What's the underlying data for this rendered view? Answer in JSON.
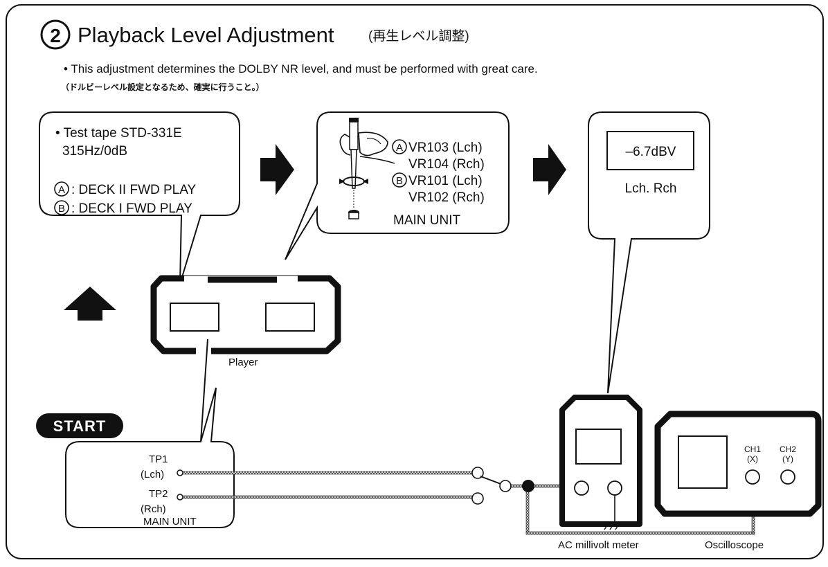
{
  "section": {
    "number": "2",
    "title": "Playback Level Adjustment",
    "title_jp": "(再生レベル調整)",
    "note": "• This adjustment determines the DOLBY NR level, and must be performed with great care.",
    "note_jp": "（ドルビーレベル設定となるため、確実に行うこと。）"
  },
  "callout_tape": {
    "line1": "• Test tape STD-331E",
    "line2": "315Hz/0dB",
    "deck_a_marker": "A",
    "deck_a_text": ": DECK II FWD PLAY",
    "deck_b_marker": "B",
    "deck_b_text": ": DECK I  FWD PLAY"
  },
  "callout_vr": {
    "a_marker": "A",
    "a_line1": "VR103 (Lch)",
    "a_line2": "VR104 (Rch)",
    "b_marker": "B",
    "b_line1": "VR101 (Lch)",
    "b_line2": "VR102 (Rch)",
    "unit": "MAIN UNIT"
  },
  "callout_meter": {
    "reading": "–6.7dBV",
    "channels": "Lch. Rch"
  },
  "player_label": "Player",
  "start": {
    "badge": "START",
    "tp1": "TP1",
    "tp1_ch": "(Lch)",
    "tp2": "TP2",
    "tp2_ch": "(Rch)",
    "unit": "MAIN UNIT"
  },
  "meter_label": "AC millivolt meter",
  "scope": {
    "label": "Oscilloscope",
    "ch1": "CH1",
    "ch1_axis": "(X)",
    "ch2": "CH2",
    "ch2_axis": "(Y)"
  },
  "icons": [
    "right-arrow-icon",
    "up-arrow-icon",
    "screwdriver-hand-icon",
    "rotate-icon",
    "ground-icon",
    "switch-icon"
  ]
}
